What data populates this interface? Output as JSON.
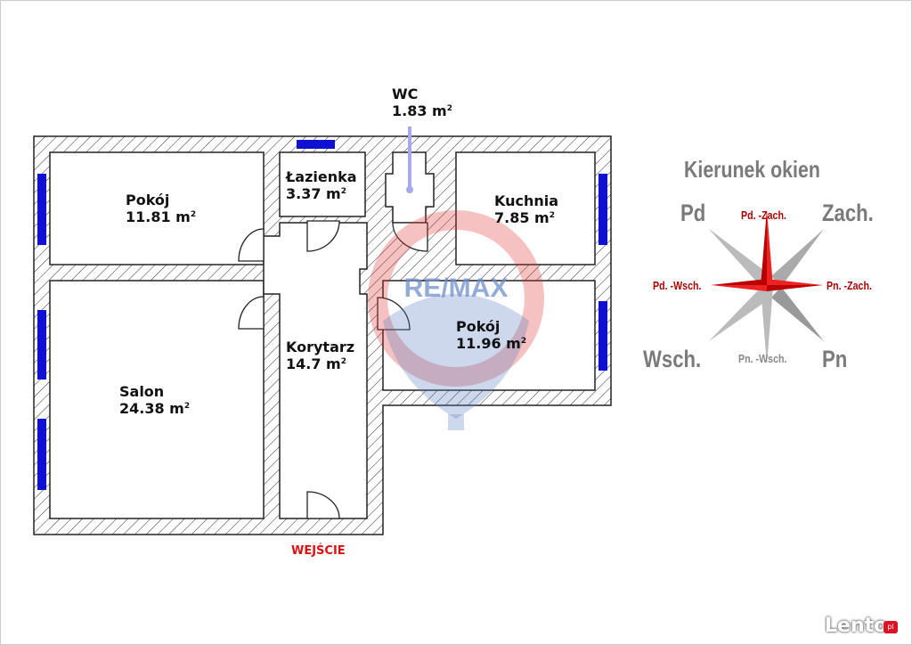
{
  "rooms": {
    "wc": {
      "name": "WC",
      "area": "1.83 m"
    },
    "lazienka": {
      "name": "Łazienka",
      "area": "3.37 m"
    },
    "pokoj1": {
      "name": "Pokój",
      "area": "11.81 m"
    },
    "kuchnia": {
      "name": "Kuchnia",
      "area": "7.85 m"
    },
    "korytarz": {
      "name": "Korytarz",
      "area": "14.7 m"
    },
    "pokoj2": {
      "name": "Pokój",
      "area": "11.96 m"
    },
    "salon": {
      "name": "Salon",
      "area": "24.38 m"
    }
  },
  "unit_sup": "2",
  "entrance": "WEJŚCIE",
  "compass": {
    "title": "Kierunek okien",
    "pd": "Pd",
    "zach": "Zach.",
    "wsch": "Wsch.",
    "pn": "Pn",
    "pd_zach": "Pd. -Zach.",
    "pd_wsch": "Pd. -Wsch.",
    "pn_zach": "Pn. -Zach.",
    "pn_wsch": "Pn. -Wsch."
  },
  "watermark": "RE/MAX",
  "brand": {
    "name": "Lento",
    "suffix": "pl"
  },
  "colors": {
    "window": "#1010d0",
    "accent": "#d11",
    "wc_marker": "#a8a8ee"
  }
}
